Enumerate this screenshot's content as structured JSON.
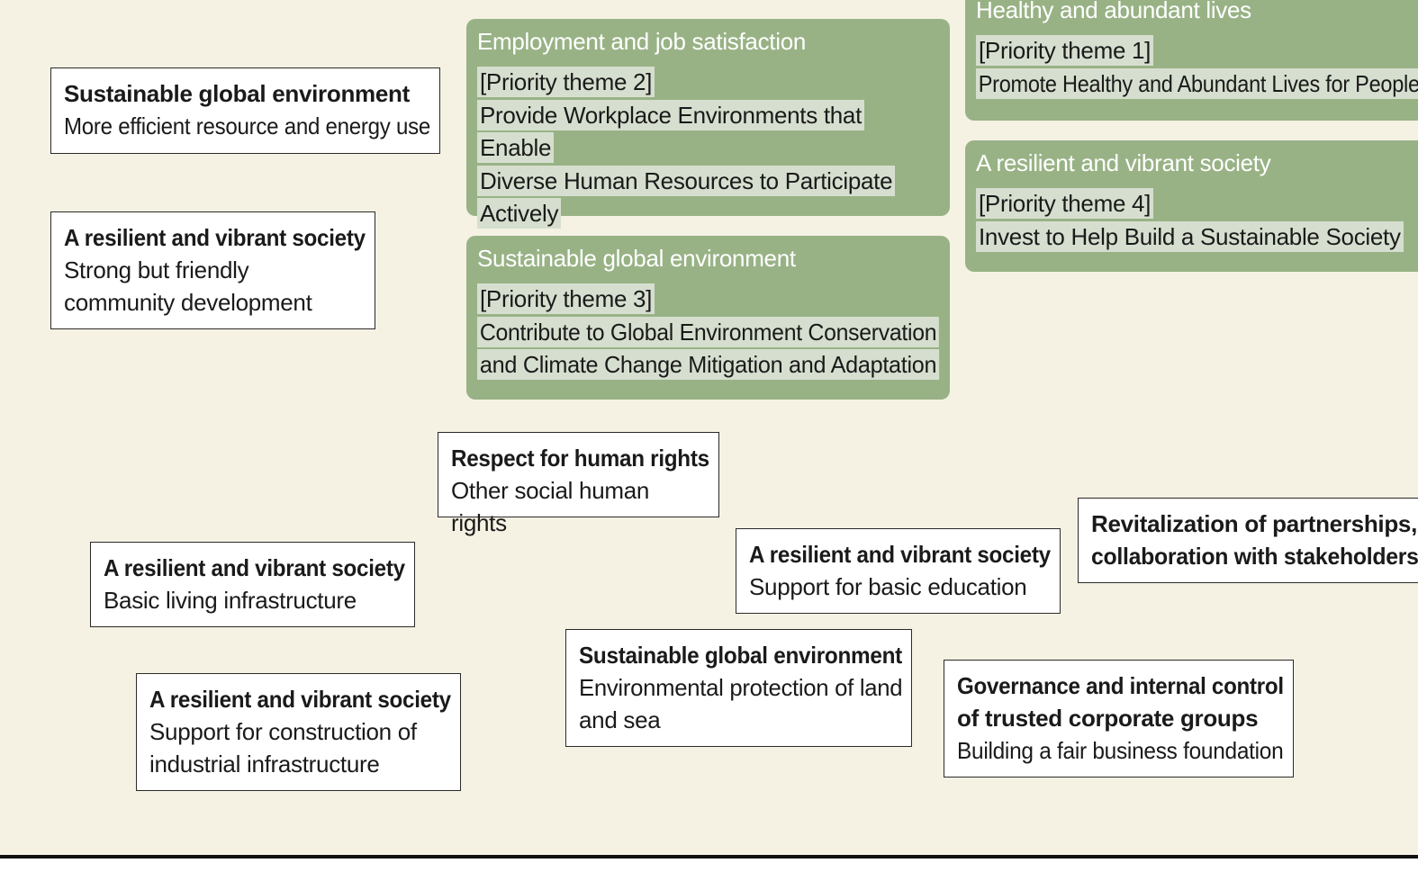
{
  "green_boxes": {
    "employment": {
      "title": "Employment and job satisfaction",
      "theme": "[Priority theme 2]",
      "lines": [
        "Provide Workplace Environments that Enable",
        "Diverse Human Resources to Participate",
        "Actively"
      ]
    },
    "environment": {
      "title": "Sustainable global environment",
      "theme": "[Priority theme 3]",
      "lines": [
        "Contribute to Global Environment Conservation",
        "and Climate Change Mitigation and Adaptation"
      ]
    },
    "healthy": {
      "title": "Healthy and abundant lives",
      "theme": "[Priority theme 1]",
      "lines": [
        "Promote Healthy and Abundant Lives for People"
      ]
    },
    "resilient": {
      "title": "A resilient and vibrant society",
      "theme": "[Priority theme 4]",
      "lines": [
        "Invest to Help Build a Sustainable Society"
      ]
    }
  },
  "white_boxes": {
    "resource_energy": {
      "heading": "Sustainable global environment",
      "sub": [
        "More efficient resource and energy use"
      ]
    },
    "community": {
      "heading": "A resilient and vibrant society",
      "sub": [
        "Strong but friendly",
        "community development"
      ]
    },
    "human_rights": {
      "heading": "Respect for human rights",
      "sub": [
        "Other social human rights"
      ]
    },
    "living_infra": {
      "heading": "A resilient and vibrant society",
      "sub": [
        "Basic living infrastructure"
      ]
    },
    "education": {
      "heading": "A resilient and vibrant society",
      "sub": [
        "Support for basic education"
      ]
    },
    "partnerships": {
      "heading": [
        "Revitalization of partnerships,",
        "collaboration with stakeholders"
      ],
      "sub": []
    },
    "industrial_infra": {
      "heading": "A resilient and vibrant society",
      "sub": [
        "Support for construction of",
        "industrial infrastructure"
      ]
    },
    "land_sea": {
      "heading": "Sustainable global environment",
      "sub": [
        "Environmental protection of land",
        "and sea"
      ]
    },
    "governance": {
      "heading": [
        "Governance and internal control",
        "of trusted corporate groups"
      ],
      "sub": [
        "Building a fair business foundation"
      ]
    }
  }
}
